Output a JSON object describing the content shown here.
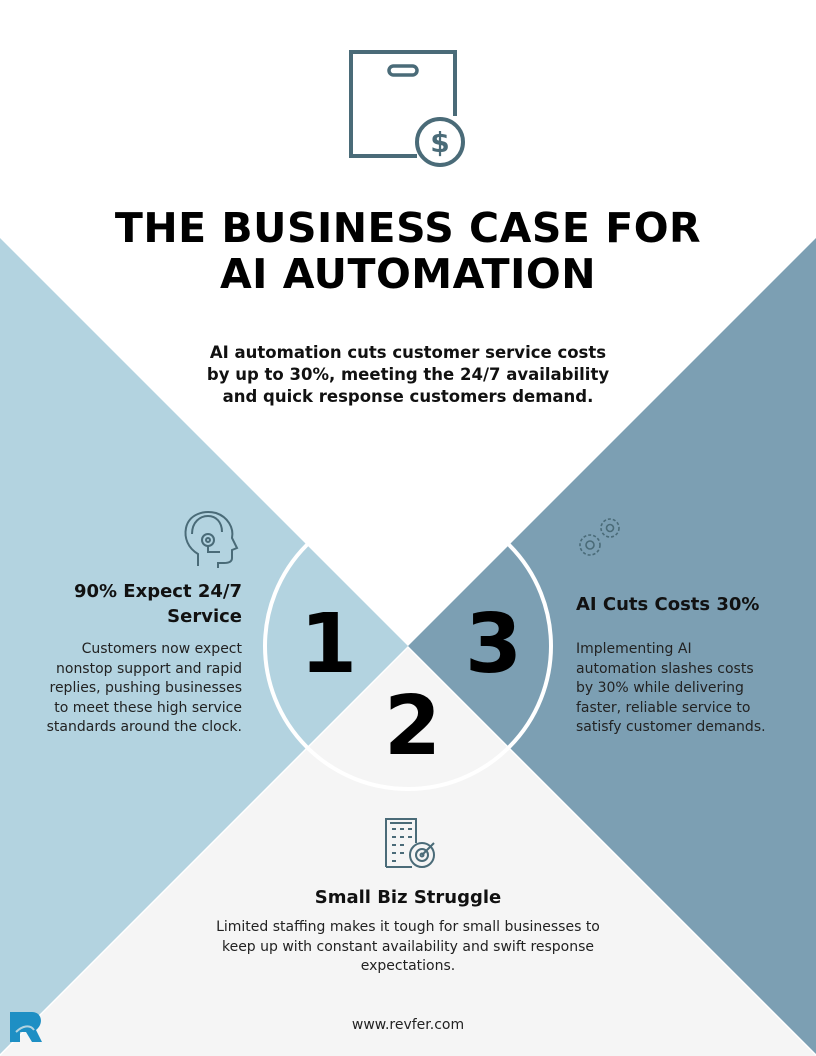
{
  "title_line1": "THE BUSINESS CASE FOR",
  "title_line2": "AI AUTOMATION",
  "intro": "AI automation cuts customer service costs by up to 30%, meeting the 24/7 availability and quick response customers demand.",
  "points": [
    {
      "number": "1",
      "title": "90% Expect 24/7 Service",
      "text": "Customers now expect nonstop support and rapid replies, pushing businesses to meet these high service standards around the clock.",
      "icon": "headset-head-icon"
    },
    {
      "number": "2",
      "title": "Small Biz Struggle",
      "text": "Limited staffing makes it tough for small businesses to keep up with constant availability and swift response expectations.",
      "icon": "building-target-icon"
    },
    {
      "number": "3",
      "title": "AI Cuts Costs 30%",
      "text": "Implementing AI automation slashes costs by 30% while delivering faster, reliable service to satisfy customer demands.",
      "icon": "gears-icon"
    }
  ],
  "footer_url": "www.revfer.com",
  "colors": {
    "left": "#b3d3e0",
    "right": "#7c9fb3",
    "bottom": "#f5f5f5",
    "icon": "#4a6b78",
    "logo": "#1e8fc4"
  }
}
